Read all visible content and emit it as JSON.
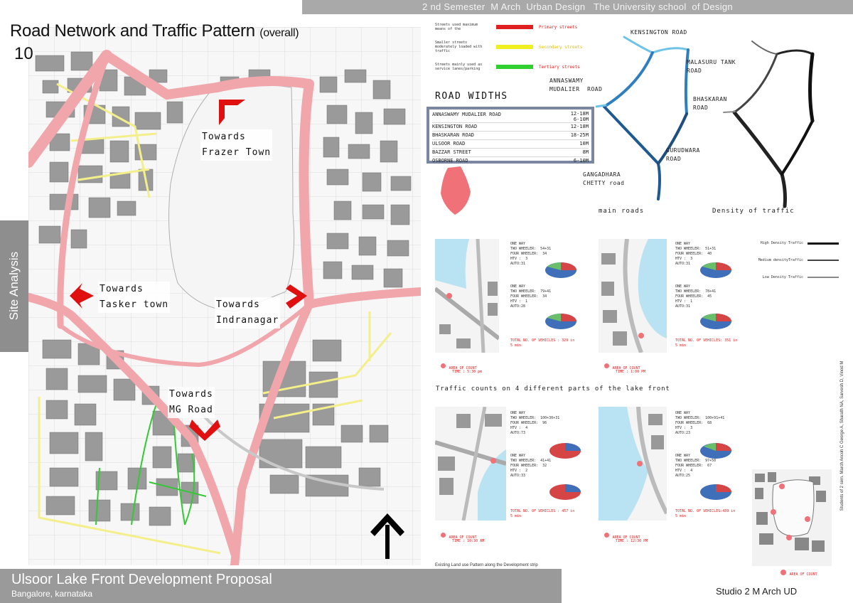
{
  "header": {
    "semester_line": "2 nd Semester  M Arch  Urban Design   The University school  of Design"
  },
  "title": {
    "main": "Road Network and Traffic Pattern",
    "suffix": "(overall)",
    "sheet_number": "10"
  },
  "sidebar": {
    "label": "Site  Analysis"
  },
  "map_labels": {
    "frazer": "Towards\nFrazer Town",
    "tasker": "Towards\nTasker town",
    "indranagar": "Towards\nIndranagar",
    "mg_road": "Towards\nMG Road"
  },
  "legend": [
    {
      "desc": "Streets used maximum means of the",
      "name": "Primary streets",
      "color": "#e02020"
    },
    {
      "desc": "Smaller streets moderately loaded with traffic",
      "name": "Secondary streets",
      "color": "#f0f020"
    },
    {
      "desc": "Streets mainly used as service lanes/parking",
      "name": "Tertiary streets",
      "color": "#30d030"
    }
  ],
  "road_widths": {
    "title": "ROAD WIDTHS",
    "rows": [
      {
        "road": "ANNASWAMY MUDALIER ROAD",
        "width": "12-18M\n6-10M"
      },
      {
        "road": "KENSINGTON ROAD",
        "width": "12-18M"
      },
      {
        "road": "BHASKARAN ROAD",
        "width": "18-25M"
      },
      {
        "road": "ULSOOR ROAD",
        "width": "10M"
      },
      {
        "road": "BAZZAR STREET",
        "width": "8M"
      },
      {
        "road": "OSBORNE ROAD",
        "width": "6-10M"
      }
    ]
  },
  "road_labels": {
    "kensington": "KENSINGTON ROAD",
    "malasuru": "MALASURU TANK\nROAD",
    "annaswamy": "ANNASWAMY\nMUDALIER  ROAD",
    "bhaskaran": "BHASKARAN\nROAD",
    "gurudwara": "GURUDWARA\nROAD",
    "gangadhara": "GANGADHARA\nCHETTY road"
  },
  "diagram_captions": {
    "main_roads": "main  roads",
    "density": "Density of traffic"
  },
  "density_legend": [
    {
      "label": "High Density Traffic",
      "color": "#111111"
    },
    {
      "label": "Medium densityTraffic",
      "color": "#444444"
    },
    {
      "label": "Low Density Traffic",
      "color": "#888888"
    }
  ],
  "traffic_counts_title": "Traffic counts on 4 different parts of the lake front",
  "count_panels": [
    {
      "a": "ONE WAY\nTWO WHEELER:  54+31\nFOUR WHEELER:  34\nHTV :  3\nAUTO:31",
      "b": "ONE WAY\nTWO WHEELER:  79+41\nFOUR WHEELER:  34\nHTV :  1\nAUTO:28",
      "total": "TOTAL NO. OF VEHICLES : 329 in\n5 min",
      "area": "AREA OF COUNT",
      "time": "TIME : 5:30 pm"
    },
    {
      "a": "ONE WAY\nTWO WHEELER:  51+31\nFOUR WHEELER:  40\nHTV :  3\nAUTO:31",
      "b": "ONE WAY\nTWO WHEELER:  78+41\nFOUR WHEELER:  45\nHTV :  1\nAUTO:31",
      "total": "TOTAL NO. OF VEHICLES: 351 in\n5 min",
      "area": "AREA OF COUNT",
      "time": "TIME : 1:00 PM"
    },
    {
      "a": "ONE WAY\nTWO WHEELER:  100+36+31\nFOUR WHEELER:  96\nHTV :  4\nAUTO:73",
      "b": "ONE WAY\nTWO WHEELER:  41+41\nFOUR WHEELER:  32\nHTV :  2\nAUTO:33",
      "total": "TOTAL NO. OF VEHICLES : 457 in\n5 min",
      "area": "AREA OF COUNT",
      "time": "TIME : 10:30 AM"
    },
    {
      "a": "ONE WAY\nTWO WHEELER:  100+91+41\nFOUR WHEELER:  68\nHTV :  3\nAUTO:23",
      "b": "ONE WAY\nTWO WHEELER:  97+50\nFOUR WHEELER:  67\nHTV :  4\nAUTO:25",
      "total": "TOTAL NO. OF VEHICLES:439 in\n5 min",
      "area": "AREA OF COUNT",
      "time": "TIME : 12:30 PM"
    }
  ],
  "footer": {
    "land_use_note": "Existing Land use Pattern along the Development strip",
    "project_title": "Ulsoor Lake Front Development Proposal",
    "location": "Bangalore, karnataka",
    "studio": "Studio 2  M Arch UD",
    "key_area": "AREA OF COUNT",
    "credits": "Students of  2 sem.    March     Ancoh C George A,  Sharath NA,  Sarvesh D, Vinod M"
  },
  "colors": {
    "primary_road": "#f0a6ab",
    "primary_road_edge": "#d97a82",
    "secondary_road": "#f3ef8a",
    "tertiary_road": "#35c835",
    "arrow_red": "#e01010",
    "lake_blue": "#b9e3f2",
    "road_width_box": "#7a86a2",
    "site_pink": "#f07278"
  }
}
